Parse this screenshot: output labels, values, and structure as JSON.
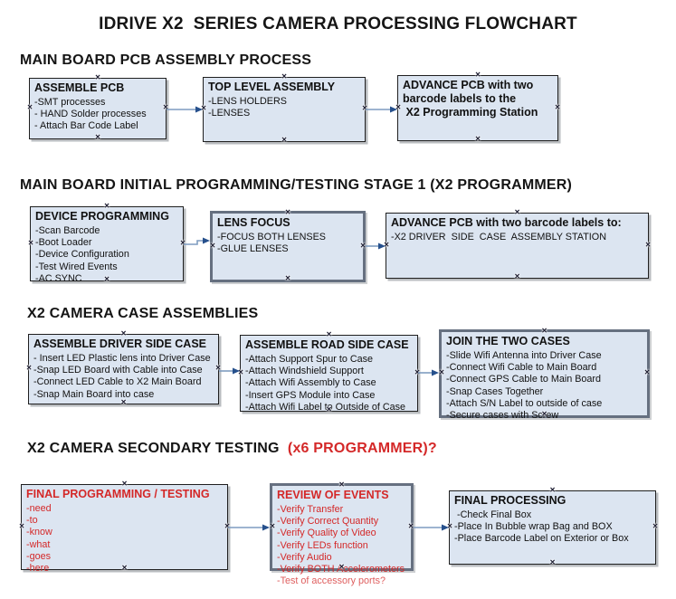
{
  "title": "IDRIVE X2  SERIES CAMERA PROCESSING FLOWCHART",
  "colors": {
    "box_fill": "#dce5f1",
    "box_border": "#1f1f1f",
    "box_border_thick": "#667080",
    "arrow_line": "#7e9cc0",
    "arrow_head": "#26508c",
    "red_text": "#d42828"
  },
  "glyphs": {
    "connection_point": "×"
  },
  "sections": [
    {
      "heading": "MAIN BOARD PCB ASSEMBLY PROCESS",
      "heading_suffix": "",
      "boxes": [
        {
          "title": "ASSEMBLE PCB",
          "items": [
            "-SMT processes",
            "- HAND Solder processes",
            "- Attach Bar Code Label"
          ]
        },
        {
          "title": "TOP LEVEL ASSEMBLY",
          "items": [
            "-LENS HOLDERS",
            "-LENSES"
          ]
        },
        {
          "title": "ADVANCE PCB with two\nbarcode labels to the\n X2 Programming Station",
          "items": []
        }
      ]
    },
    {
      "heading": "MAIN BOARD INITIAL PROGRAMMING/TESTING STAGE 1 (X2 PROGRAMMER)",
      "heading_suffix": "",
      "boxes": [
        {
          "title": "DEVICE PROGRAMMING",
          "items": [
            "-Scan Barcode",
            "-Boot Loader",
            "-Device Configuration",
            "-Test Wired Events",
            "-AC SYNC"
          ]
        },
        {
          "title": "LENS FOCUS",
          "items": [
            "-FOCUS BOTH LENSES",
            "-GLUE LENSES"
          ]
        },
        {
          "title": "ADVANCE PCB with two barcode labels to:",
          "items": [
            "-X2 DRIVER  SIDE  CASE  ASSEMBLY STATION"
          ]
        }
      ]
    },
    {
      "heading": "X2 CAMERA CASE ASSEMBLIES",
      "heading_suffix": "",
      "boxes": [
        {
          "title": "ASSEMBLE DRIVER SIDE CASE",
          "items": [
            "- Insert LED Plastic lens into Driver Case",
            "-Snap LED Board with Cable into Case",
            "-Connect LED Cable to X2 Main Board",
            "-Snap Main Board into case"
          ]
        },
        {
          "title": "ASSEMBLE ROAD SIDE CASE",
          "items": [
            "-Attach Support Spur to Case",
            "-Attach Windshield Support",
            "-Attach Wifi Assembly to Case",
            "-Insert GPS Module into Case",
            "-Attach Wifi Label to Outside of Case"
          ]
        },
        {
          "title": "JOIN THE TWO CASES",
          "items": [
            "-Slide Wifi Antenna into Driver Case",
            "-Connect Wifi Cable to Main Board",
            "-Connect GPS Cable to Main Board",
            "-Snap Cases Together",
            "-Attach S/N Label to outside of case",
            "-Secure cases with Screw"
          ]
        }
      ]
    },
    {
      "heading": "X2 CAMERA SECONDARY TESTING  ",
      "heading_suffix": "(x6 PROGRAMMER)?",
      "boxes": [
        {
          "title": "FINAL PROGRAMMING / TESTING",
          "items": [
            "-need",
            "-to",
            "-know",
            "-what",
            "-goes",
            "-here"
          ]
        },
        {
          "title": "REVIEW OF EVENTS",
          "items": [
            "-Verify Transfer",
            "-Verify Correct Quantity",
            "-Verify Quality of Video",
            "-Verify LEDs function",
            "-Verify Audio",
            "-Verify BOTH Accelerometers",
            "-Test of accessory ports?"
          ]
        },
        {
          "title": "FINAL PROCESSING",
          "items": [
            " -Check Final Box",
            "-Place In Bubble wrap Bag and BOX",
            "-Place Barcode Label on Exterior or Box"
          ]
        }
      ]
    }
  ]
}
